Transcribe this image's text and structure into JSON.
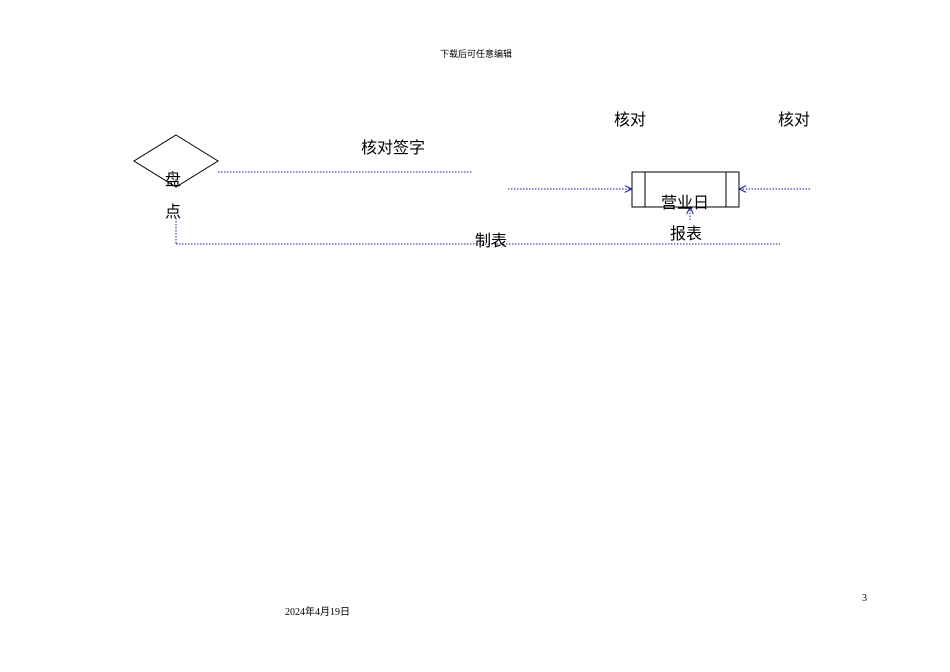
{
  "header": {
    "text": "下载后可任意编辑"
  },
  "diagram": {
    "labels": {
      "check1": "核对",
      "check2": "核对",
      "check_sign": "核对签字",
      "inventory_line1": "盘",
      "inventory_line2": "点",
      "daily_report_line1": "营业日",
      "daily_report_line2": "报表",
      "make_report": "制表"
    },
    "colors": {
      "connector": "#1a1aa6",
      "shape_stroke": "#000000"
    }
  },
  "footer": {
    "date": "2024年4月19日",
    "page_number": "3"
  }
}
